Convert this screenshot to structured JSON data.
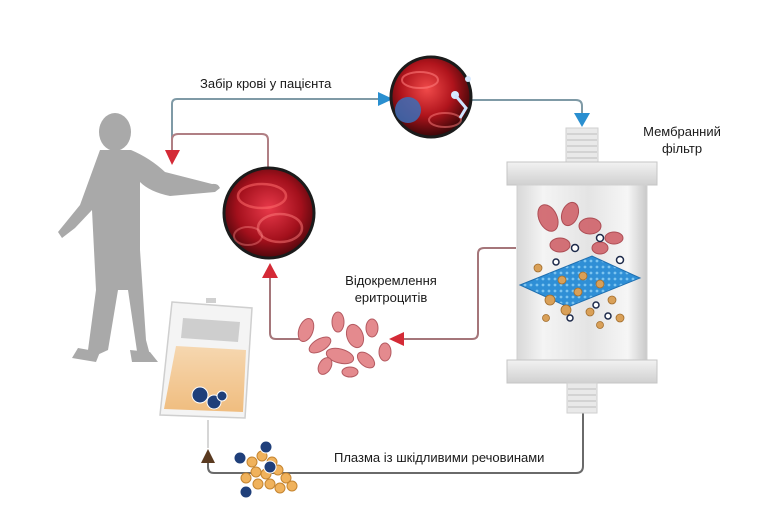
{
  "diagram": {
    "title": "Plasmapheresis with membrane filter",
    "labels": {
      "blood_draw": "Забір крові  у пацієнта",
      "membrane_filter_line1": "Мембранний",
      "membrane_filter_line2": "фільтр",
      "rbc_separation_line1": "Відокремлення",
      "rbc_separation_line2": "еритроцитів",
      "plasma_toxins": "Плазма  із шкідливими  речовинами"
    },
    "nodes": [
      {
        "id": "patient",
        "name": "Patient silhouette"
      },
      {
        "id": "blood-sample-circle",
        "name": "Whole blood (magnified)"
      },
      {
        "id": "rbc-return-circle",
        "name": "Erythrocytes (magnified)"
      },
      {
        "id": "membrane-filter",
        "name": "Membrane filter cartridge"
      },
      {
        "id": "separated-erythrocytes",
        "name": "Separated erythrocytes"
      },
      {
        "id": "plasma-toxins-cluster",
        "name": "Toxic substances in plasma"
      },
      {
        "id": "waste-bag",
        "name": "Collection bag"
      }
    ],
    "edges": [
      {
        "from": "patient",
        "to": "blood-sample-circle",
        "color": "#2a8fd0"
      },
      {
        "from": "blood-sample-circle",
        "to": "membrane-filter",
        "color": "#2a8fd0"
      },
      {
        "from": "membrane-filter",
        "to": "separated-erythrocytes",
        "color": "#cc2233"
      },
      {
        "from": "separated-erythrocytes",
        "to": "rbc-return-circle",
        "color": "#cc2233"
      },
      {
        "from": "rbc-return-circle",
        "to": "patient",
        "color": "#cc2233"
      },
      {
        "from": "membrane-filter",
        "to": "waste-bag",
        "color": "#5a3a20"
      }
    ],
    "colors": {
      "blue_arrow": "#2a8fd0",
      "red_arrow": "#d42a36",
      "brown_arrow": "#5a3a20",
      "line_gray": "#8a8a8a",
      "silhouette": "#a9a9a9"
    }
  }
}
